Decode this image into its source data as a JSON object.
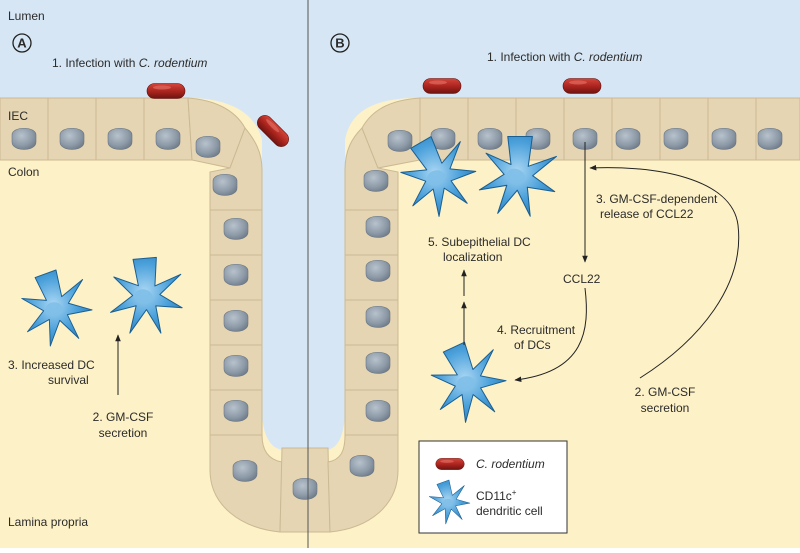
{
  "regions": {
    "lumen": "Lumen",
    "iec": "IEC",
    "colon": "Colon",
    "lamina_propria": "Lamina propria"
  },
  "panel_a": {
    "letter": "A",
    "step1": {
      "prefix": "1. Infection with ",
      "italic": "C. rodentium"
    },
    "step2": [
      "2. GM-CSF",
      "secretion"
    ],
    "step3": [
      "3. Increased DC",
      "survival"
    ]
  },
  "panel_b": {
    "letter": "B",
    "step1": {
      "prefix": "1. Infection with ",
      "italic": "C. rodentium"
    },
    "step2": [
      "2. GM-CSF",
      "secretion"
    ],
    "step3": [
      "3. GM-CSF-dependent",
      "release of CCL22"
    ],
    "ccl22": "CCL22",
    "step4": [
      "4. Recruitment",
      "of DCs"
    ],
    "step5": [
      "5. Subepithelial DC",
      "localization"
    ]
  },
  "legend": {
    "bacterium": "C. rodentium",
    "dc_line1": "CD11c",
    "dc_sup": "+",
    "dc_line2": "dendritic cell"
  },
  "colors": {
    "lumen": "#d6e6f4",
    "lamina": "#fdf1c7",
    "epithelium": "#e5d5b2",
    "nucleus": "#8e9ba8",
    "bacterium": "#a8231d",
    "dendritic_cell": "#3d92d0"
  }
}
